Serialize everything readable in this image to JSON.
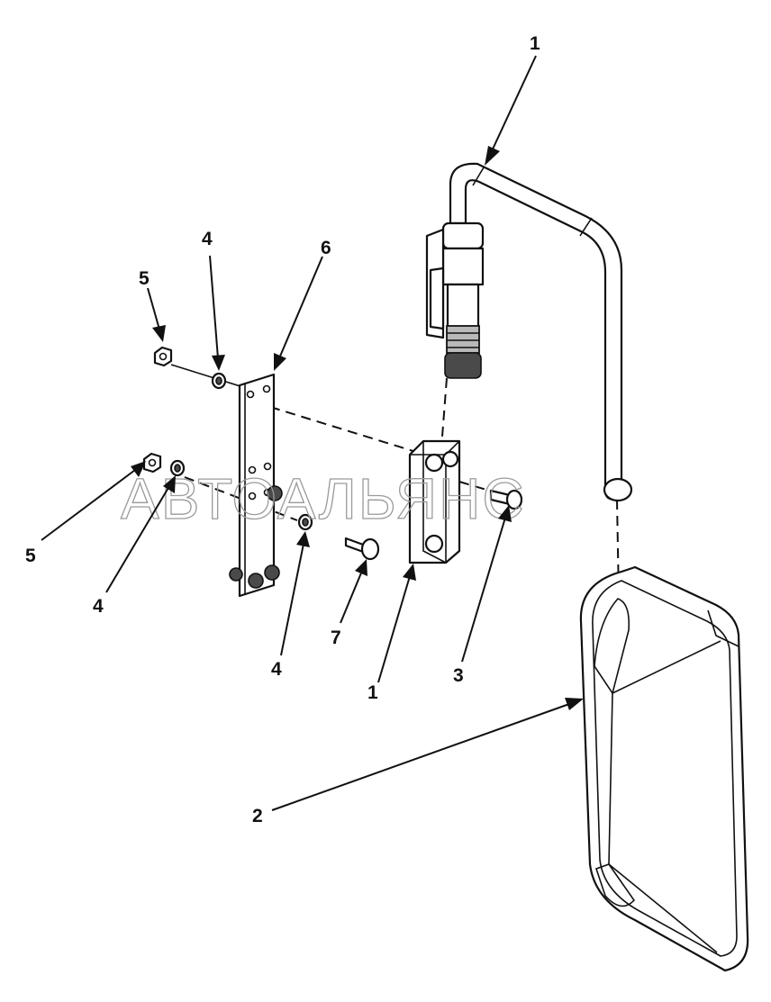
{
  "watermark": "АВТОАЛЬЯНС",
  "callouts": {
    "mirror_arm_top": "1",
    "mirror_head": "2",
    "screw_right": "3",
    "washer_top": "4",
    "washer_left": "4",
    "washer_bottom": "4",
    "nut_top": "5",
    "nut_left": "5",
    "bracket_plate": "6",
    "bolt": "7",
    "clamp_block": "1"
  }
}
